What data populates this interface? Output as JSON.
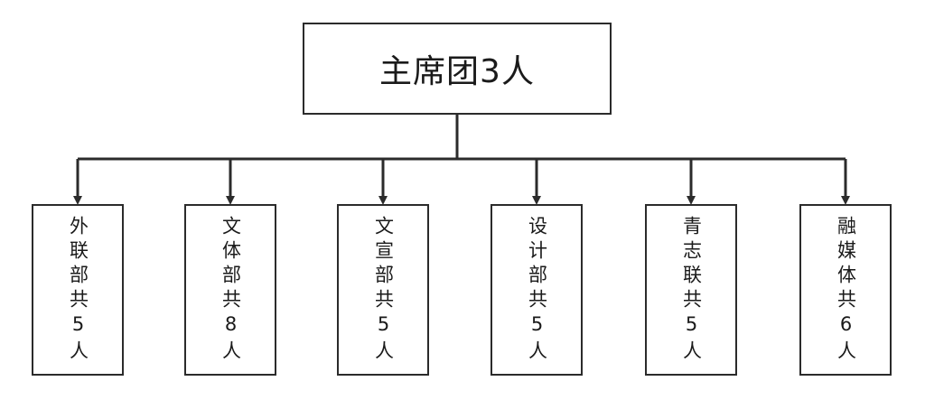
{
  "org_chart": {
    "root": {
      "label": "主席团3人"
    },
    "departments": [
      {
        "label": "外联部共5人"
      },
      {
        "label": "文体部共8人"
      },
      {
        "label": "文宣部共5人"
      },
      {
        "label": "设计部共5人"
      },
      {
        "label": "青志联共5人"
      },
      {
        "label": "融媒体共6人"
      }
    ]
  },
  "colors": {
    "line": "#2b2b2b",
    "text": "#1a1a1a",
    "background": "#ffffff"
  }
}
